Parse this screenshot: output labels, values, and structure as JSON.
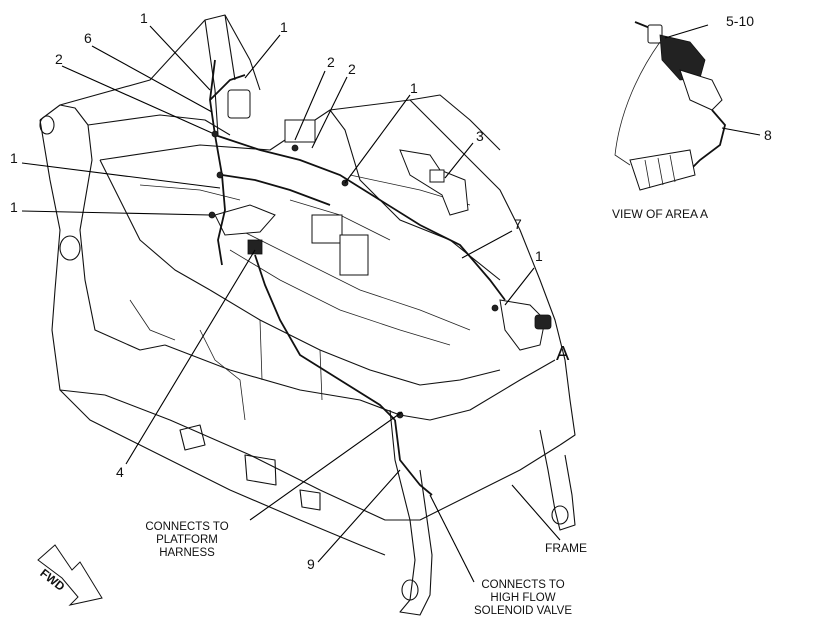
{
  "diagram": {
    "callouts": {
      "c1_top": "1",
      "c1_top2": "1",
      "c6": "6",
      "c2_left": "2",
      "c2_mid1": "2",
      "c2_mid2": "2",
      "c1_right": "1",
      "c3": "3",
      "c1_left1": "1",
      "c1_left2": "1",
      "c7": "7",
      "c1_lower": "1",
      "c4": "4",
      "c9": "9",
      "cA": "A",
      "c510": "5-10",
      "c8": "8"
    },
    "labels": {
      "view_of_area": "VIEW OF AREA  A",
      "platform_line1": "CONNECTS TO",
      "platform_line2": "PLATFORM",
      "platform_line3": "HARNESS",
      "solenoid_line1": "CONNECTS TO",
      "solenoid_line2": "HIGH FLOW",
      "solenoid_line3": "SOLENOID VALVE",
      "frame": "FRAME",
      "fwd": "FWD"
    }
  }
}
